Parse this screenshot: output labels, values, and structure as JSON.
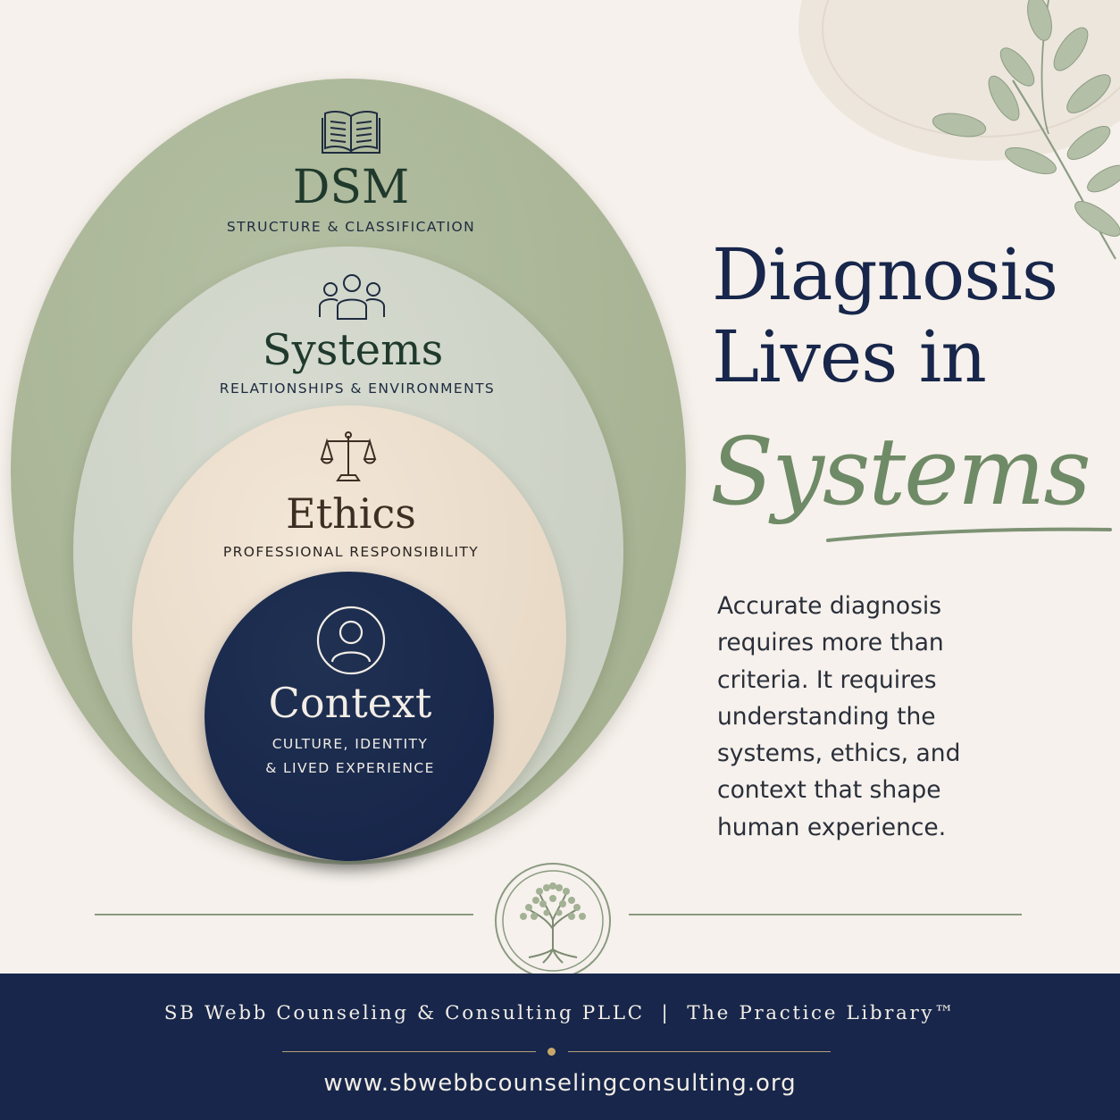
{
  "colors": {
    "navy": "#17264a",
    "sage": "#a7b393",
    "mist": "#cbd1c4",
    "cream": "#e8d9c6",
    "script_green": "#6f8a66",
    "background": "#f6f1ec"
  },
  "diagram": {
    "layers": [
      {
        "title": "DSM",
        "subtitle": "STRUCTURE & CLASSIFICATION",
        "icon": "open-book-icon"
      },
      {
        "title": "Systems",
        "subtitle": "RELATIONSHIPS & ENVIRONMENTS",
        "icon": "people-group-icon"
      },
      {
        "title": "Ethics",
        "subtitle": "PROFESSIONAL RESPONSIBILITY",
        "icon": "scales-icon"
      },
      {
        "title": "Context",
        "subtitle_line1": "CULTURE, IDENTITY",
        "subtitle_line2": "& LIVED EXPERIENCE",
        "icon": "person-circle-icon"
      }
    ]
  },
  "heading": {
    "line1": "Diagnosis",
    "line2": "Lives in",
    "script": "Systems"
  },
  "body": {
    "lines": [
      "Accurate diagnosis",
      "requires more than",
      "criteria. It requires",
      "understanding the",
      "systems, ethics, and",
      "context that shape",
      "human experience."
    ]
  },
  "footer": {
    "brand": "SB Webb Counseling & Consulting PLLC  |  The Practice Library™",
    "url": "www.sbwebbcounselingconsulting.org"
  },
  "emblem": {
    "icon": "tree-of-life-icon"
  }
}
